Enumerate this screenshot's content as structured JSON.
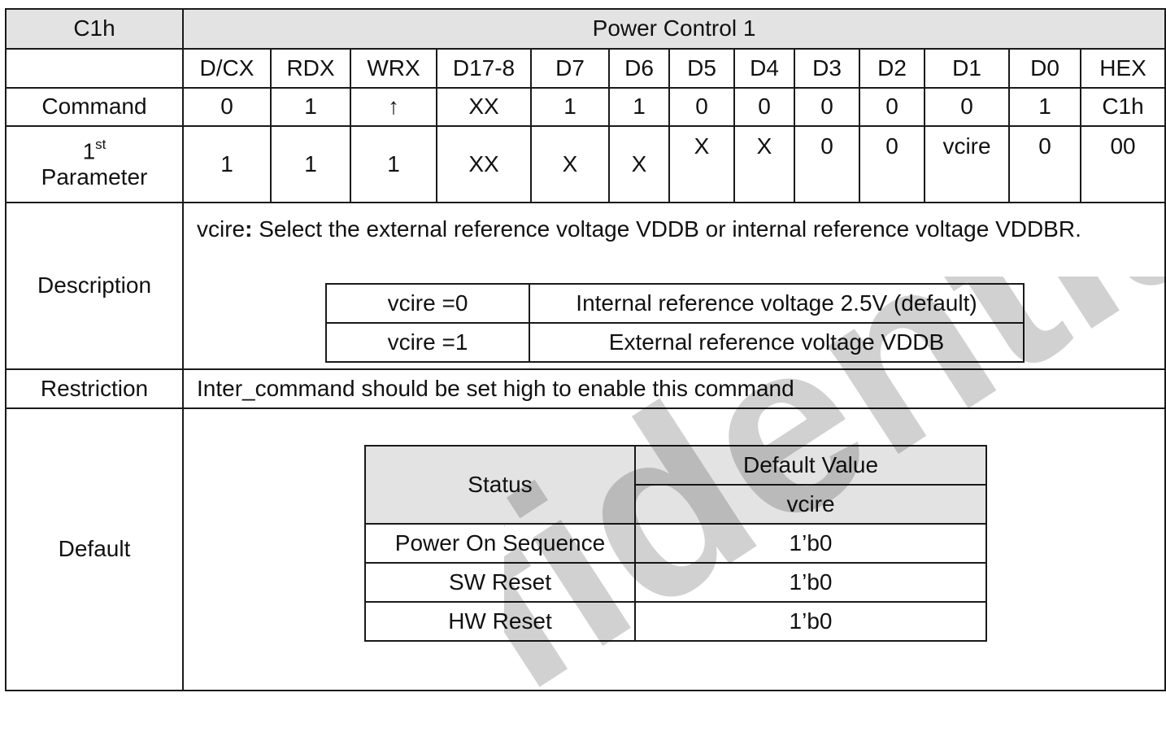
{
  "header": {
    "code": "C1h",
    "title": "Power Control 1"
  },
  "columns": [
    "D/CX",
    "RDX",
    "WRX",
    "D17-8",
    "D7",
    "D6",
    "D5",
    "D4",
    "D3",
    "D2",
    "D1",
    "D0",
    "HEX"
  ],
  "command_row": {
    "label": "Command",
    "values": [
      "0",
      "1",
      "↑",
      "XX",
      "1",
      "1",
      "0",
      "0",
      "0",
      "0",
      "0",
      "1",
      "C1h"
    ]
  },
  "param_row": {
    "label_num": "1",
    "label_sup": "st",
    "label_word": "Parameter",
    "values": [
      "1",
      "1",
      "1",
      "XX",
      "X",
      "X",
      "X",
      "X",
      "0",
      "0",
      "vcire",
      "0",
      "00"
    ]
  },
  "description": {
    "label": "Description",
    "term": "vcire",
    "colon": ":",
    "text": " Select the external reference voltage VDDB or internal reference voltage VDDBR.",
    "table": [
      {
        "key": "vcire =0",
        "value": "Internal reference voltage 2.5V (default)"
      },
      {
        "key": "vcire =1",
        "value": "External reference voltage VDDB"
      }
    ]
  },
  "restriction": {
    "label": "Restriction",
    "text": "Inter_command should be set high to enable this command"
  },
  "default": {
    "label": "Default",
    "status_header": "Status",
    "value_header": "Default Value",
    "value_sub": "vcire",
    "rows": [
      {
        "status": "Power On Sequence",
        "value": "1’b0"
      },
      {
        "status": "SW Reset",
        "value": "1’b0"
      },
      {
        "status": "HW Reset",
        "value": "1’b0"
      }
    ]
  },
  "watermark": "fidentia",
  "colors": {
    "header_bg": "#e3e3e3",
    "border": "#1a1a1a",
    "text": "#111111"
  }
}
